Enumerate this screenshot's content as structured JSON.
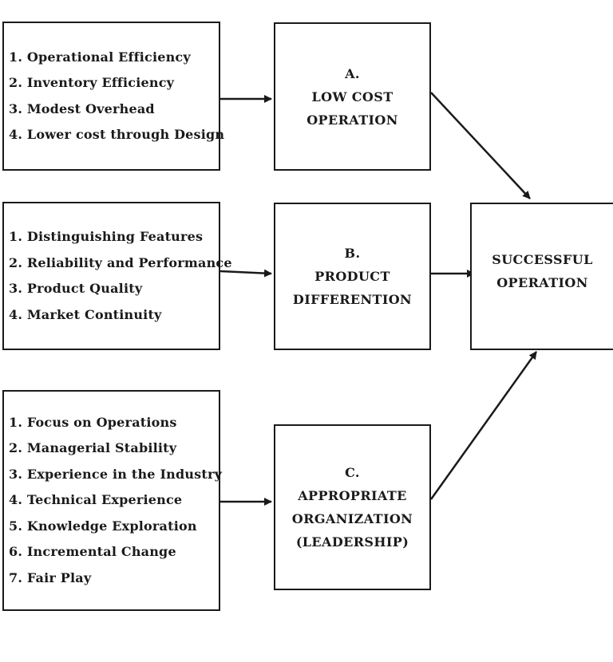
{
  "groups": [
    {
      "factors": [
        "1. Operational Efficiency",
        "2. Inventory Efficiency",
        "3. Modest Overhead",
        "4. Lower cost through Design"
      ],
      "strategy": [
        "A.",
        "LOW COST",
        "OPERATION"
      ]
    },
    {
      "factors": [
        "1. Distinguishing Features",
        "2. Reliability and Performance",
        "3. Product Quality",
        "4. Market Continuity"
      ],
      "strategy": [
        "B.",
        "PRODUCT",
        "DIFFERENTION"
      ]
    },
    {
      "factors": [
        "1. Focus on Operations",
        "2. Managerial Stability",
        "3. Experience in the Industry",
        "4. Technical Experience",
        "5. Knowledge Exploration",
        "6. Incremental Change",
        "7. Fair Play"
      ],
      "strategy": [
        "C.",
        "APPROPRIATE",
        "ORGANIZATION",
        "(LEADERSHIP)"
      ]
    }
  ],
  "outcome": [
    "SUCCESSFUL",
    "OPERATION"
  ],
  "colors": {
    "line": "#1a1a1a",
    "background": "#ffffff"
  }
}
